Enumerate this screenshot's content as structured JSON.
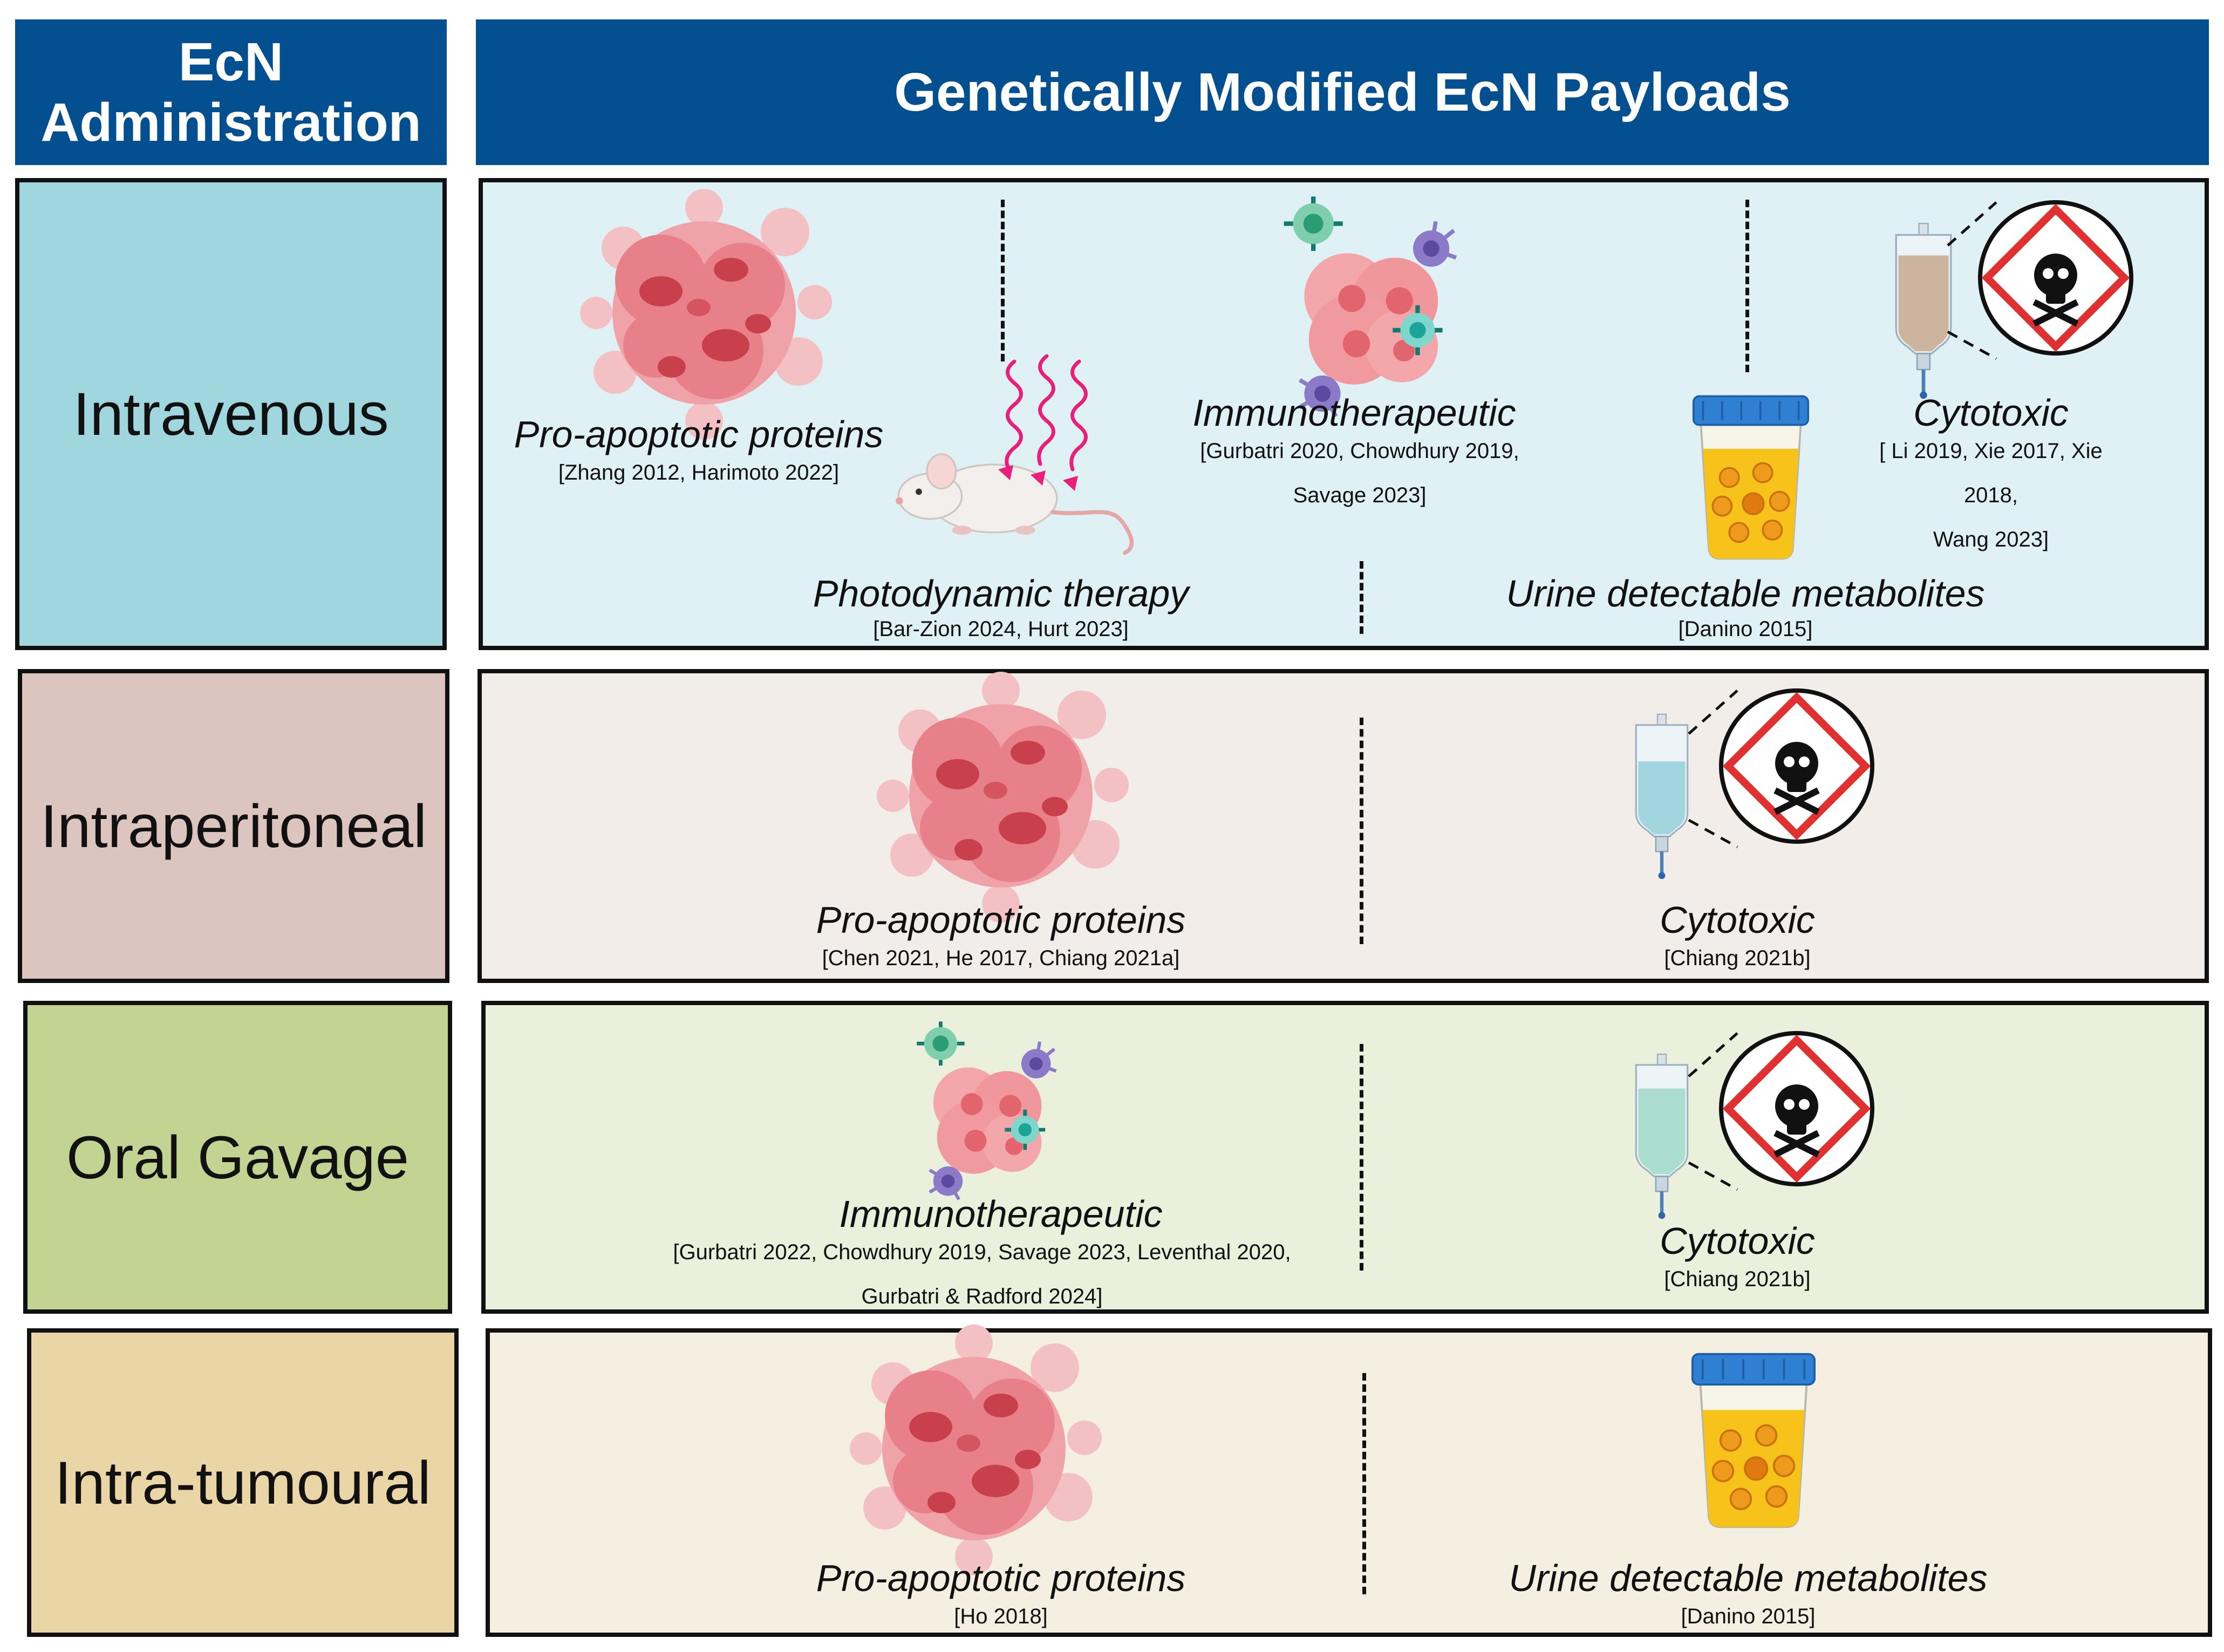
{
  "header": {
    "left_title": "EcN Administration",
    "right_title": "Genetically Modified EcN Payloads"
  },
  "colors": {
    "header_blue": "#044f8f",
    "intravenous_label_bg": "#a0d6dd",
    "intravenous_panel_bg": "#e0f1f5",
    "intraperitoneal_label_bg": "#dcc5be",
    "intraperitoneal_panel_bg": "#f3ede9",
    "oral_label_bg": "#c3d492",
    "oral_panel_bg": "#eaf0dc",
    "intratumoural_label_bg": "#e9d5a6",
    "intratumoural_panel_bg": "#f5efe1",
    "hazard_red": "#e03131",
    "tumour_red": "#e2646c",
    "laser_pink": "#e8207a",
    "urine_yellow": "#f7c21a",
    "cup_lid_blue": "#2f7fd3"
  },
  "rows": [
    {
      "route": "Intravenous",
      "payloads": [
        {
          "label": "Pro-apoptotic proteins",
          "refs": [
            "[Zhang 2012, Harimoto 2022]"
          ],
          "icon": "tumour-icon"
        },
        {
          "label": "Photodynamic therapy",
          "refs": [
            "[Bar-Zion 2024, Hurt 2023]"
          ],
          "icon": "mouse-laser-icon"
        },
        {
          "label": "Immunotherapeutic",
          "refs": [
            "[Gurbatri 2020, Chowdhury 2019,",
            "Savage 2023]"
          ],
          "icon": "immune-cells-icon"
        },
        {
          "label": "Cytotoxic",
          "refs": [
            "[ Li 2019, Xie 2017, Xie 2018,",
            "Wang 2023]"
          ],
          "icon": "iv-bag-toxic-icon"
        },
        {
          "label": "Urine detectable metabolites",
          "refs": [
            "[Danino 2015]"
          ],
          "icon": "urine-cup-icon"
        }
      ]
    },
    {
      "route": "Intraperitoneal",
      "payloads": [
        {
          "label": "Pro-apoptotic proteins",
          "refs": [
            "[Chen 2021, He 2017, Chiang 2021a]"
          ],
          "icon": "tumour-icon"
        },
        {
          "label": "Cytotoxic",
          "refs": [
            "[Chiang 2021b]"
          ],
          "icon": "iv-bag-toxic-icon"
        }
      ]
    },
    {
      "route": "Oral Gavage",
      "payloads": [
        {
          "label": "Immunotherapeutic",
          "refs": [
            "[Gurbatri 2022, Chowdhury 2019, Savage 2023, Leventhal 2020,",
            "Gurbatri & Radford 2024]"
          ],
          "icon": "immune-cells-icon"
        },
        {
          "label": "Cytotoxic",
          "refs": [
            "[Chiang 2021b]"
          ],
          "icon": "iv-bag-toxic-icon"
        }
      ]
    },
    {
      "route": "Intra-tumoural",
      "payloads": [
        {
          "label": "Pro-apoptotic proteins",
          "refs": [
            "[Ho 2018]"
          ],
          "icon": "tumour-icon"
        },
        {
          "label": "Urine detectable metabolites",
          "refs": [
            "[Danino 2015]"
          ],
          "icon": "urine-cup-icon"
        }
      ]
    }
  ]
}
